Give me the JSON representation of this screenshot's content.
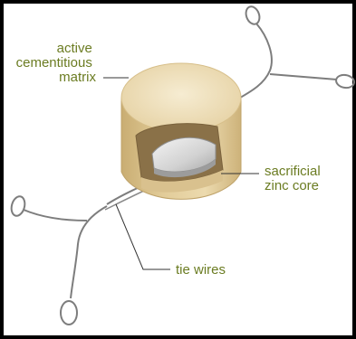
{
  "labels": {
    "active_cementitious_matrix": [
      "active",
      "cementitious",
      "matrix"
    ],
    "sacrificial_zinc_core": [
      "sacrificial",
      "zinc core"
    ],
    "tie_wires": "tie wires"
  },
  "colors": {
    "background": "#000000",
    "panel": "#ffffff",
    "label_text": "#6b7c22",
    "leader_line": "#333333",
    "cement_light": "#f1e3c0",
    "cement_mid": "#e2cc99",
    "cement_dark": "#c9ad72",
    "zinc": "#dcdcdc",
    "wire": "#7d7d7d"
  }
}
